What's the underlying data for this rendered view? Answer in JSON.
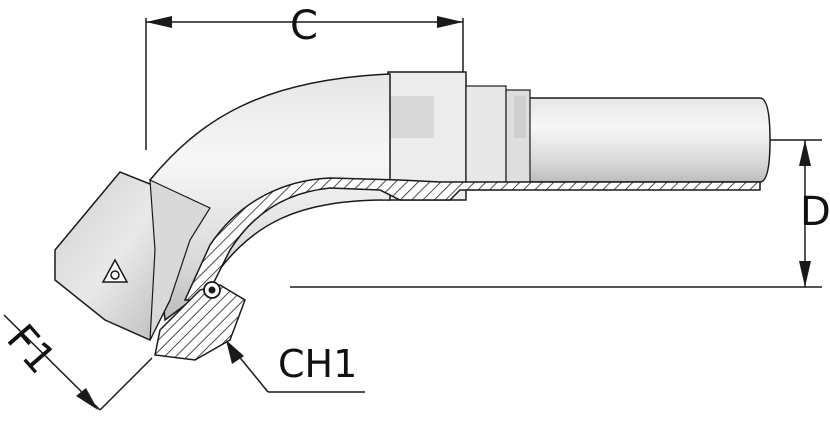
{
  "labels": {
    "c": "C",
    "d": "D",
    "ch1": "CH1",
    "f1": "F1"
  },
  "colors": {
    "metal_light": "#f2f2f2",
    "metal_mid": "#d4d4d4",
    "metal_dark": "#a9a9a9",
    "outline": "#1a1a1a"
  }
}
